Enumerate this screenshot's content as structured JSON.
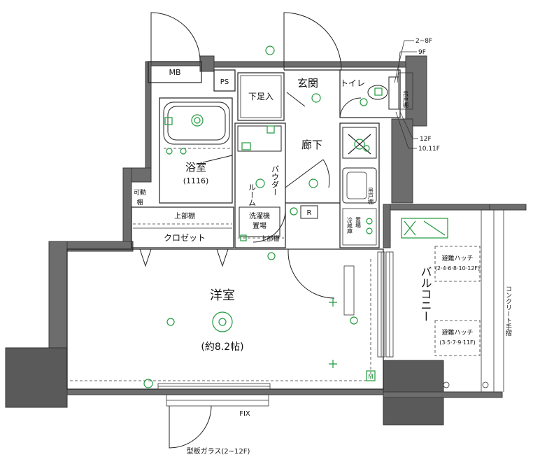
{
  "rooms": {
    "mb": "MB",
    "ps": "PS",
    "genkan": "玄関",
    "shitasokuire": "下足入",
    "toilet": "トイレ",
    "yokushitsu": "浴室",
    "yokushitsu_size": "(1116)",
    "roka": "廊下",
    "powder_room_1": "パウダー",
    "powder_room_2": "ルーム",
    "sentakuki_1": "洗濯機",
    "sentakuki_2": "置場",
    "jobudana_washer": "上部棚",
    "jobudana_closet": "上部棚",
    "closet": "クロゼット",
    "kado": "可動",
    "kado2": "棚",
    "yoshitsu": "洋室",
    "yoshitsu_size": "(約8.2帖)",
    "balcony": "バルコニー",
    "fix": "FIX",
    "glass_note": "型板ガラス(2~12F)",
    "concrete_rail": "コンクリート手摺",
    "hatch_1_a": "避難ハッチ",
    "hatch_1_b": "(2·4·6·8·10·12F)",
    "hatch_2_a": "避難ハッチ",
    "hatch_2_b": "(3·5·7·9·11F)",
    "floor_2_8": "2~8F",
    "floor_9": "9F",
    "floor_12": "12F",
    "floor_10_11": "10,11F",
    "toilet_storage": "吊戸棚",
    "kitchen_storage": "吊戸棚",
    "fridge_1": "冷蔵庫",
    "fridge_2": "置場",
    "m_mark": "M",
    "r_mark": "R"
  }
}
